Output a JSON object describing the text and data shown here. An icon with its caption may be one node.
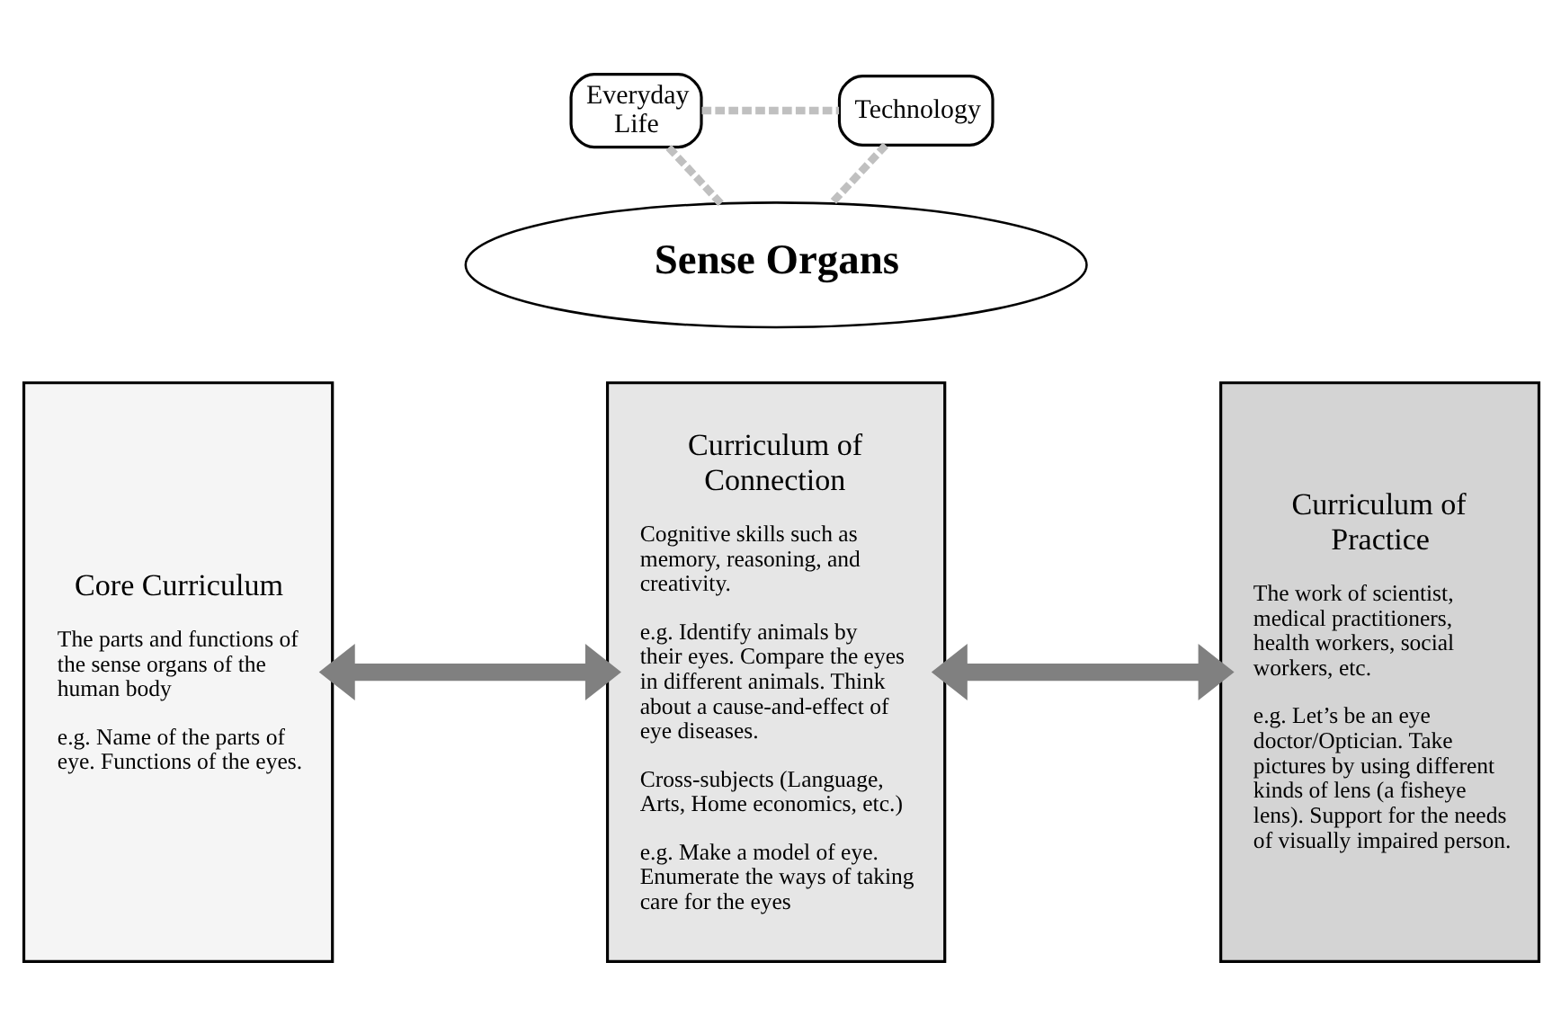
{
  "diagram": {
    "nodes": [
      {
        "text": [
          "Everyday Life"
        ]
      },
      {
        "text": [
          "Technology"
        ]
      },
      {
        "text": [
          "Sense Organs"
        ]
      },
      {
        "text": [
          "Core Curriculum",
          "The parts and functions of the sense organs of the human body",
          "e.g. Name of the parts of eye. Functions of the eyes."
        ]
      },
      {
        "text": [
          "Curriculum of Connection",
          "Cognitive skills such as memory, reasoning, and creativity.",
          "e.g. Identify animals by their eyes. Compare the eyes in different animals. Think about a cause-and-effect of eye diseases.",
          "Cross-subjects (Language, Arts, Home economics, etc.)",
          "e.g. Make a model of eye. Enumerate the ways of taking care for the eyes"
        ]
      },
      {
        "text": [
          "Curriculum of Practice",
          "The work of scientist, medical practitioners, health workers, social workers, etc.",
          "e.g. Let’s be an eye doctor/Optician. Take pictures by using different kinds of lens (a fisheye lens). Support for the needs of visually impaired person."
        ]
      }
    ],
    "edges": [
      {
        "from": 0,
        "to": 1,
        "arrow": "none",
        "style": "dashed",
        "color": "#c0c0c0"
      },
      {
        "from": 0,
        "to": 2,
        "arrow": "none",
        "style": "dashed",
        "color": "#c0c0c0"
      },
      {
        "from": 1,
        "to": 2,
        "arrow": "none",
        "style": "dashed",
        "color": "#c0c0c0"
      },
      {
        "from": 3,
        "to": 4,
        "arrow": "both",
        "style": "thick",
        "color": "#808080"
      },
      {
        "from": 4,
        "to": 5,
        "arrow": "both",
        "style": "thick",
        "color": "#808080"
      }
    ]
  }
}
